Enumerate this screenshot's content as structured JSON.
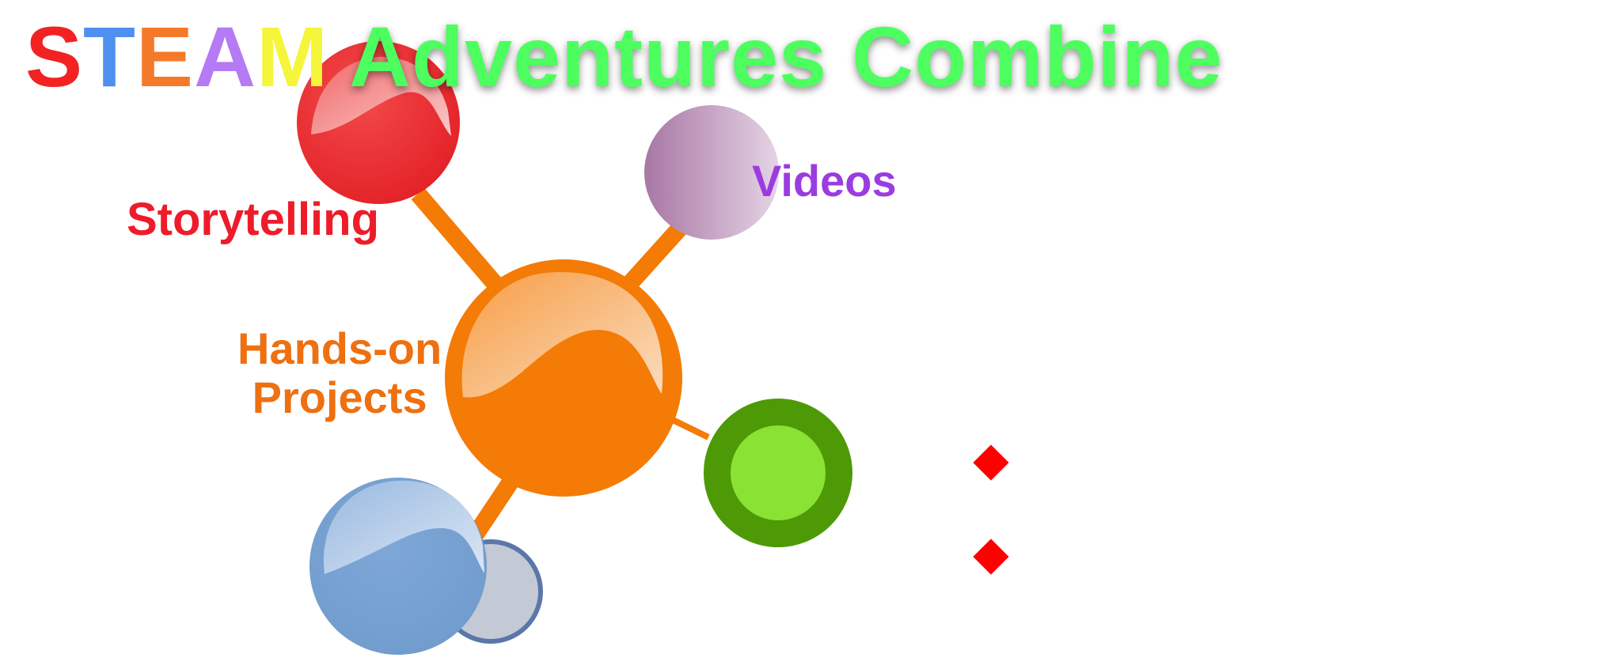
{
  "title": {
    "steam_letters": [
      "S",
      "T",
      "E",
      "A",
      "M"
    ],
    "steam_colors": [
      "#f22222",
      "#4f8ff0",
      "#f47a2a",
      "#b57af5",
      "#f5f53b"
    ],
    "rest": "Adventures Combine",
    "rest_color": "#4cff5e"
  },
  "labels": {
    "storytelling": "Storytelling",
    "videos": "Videos",
    "hands_on": "Hands-on",
    "projects": "Projects"
  },
  "colors": {
    "storytelling": "#ee1c2a",
    "videos": "#9b3ce0",
    "hands_on": "#ee7010",
    "connector": "#f47b06",
    "red_node": "#ee2a2e",
    "purple_node": "#b186ad",
    "orange_hub": "#f47b06",
    "green_outer": "#4e9a06",
    "green_inner": "#8ae234",
    "blue_node": "#729fcf",
    "gray_node": "#c3cad5",
    "gray_ring": "#5a77a8",
    "bullet": "#ff0000"
  },
  "bullets": [
    "",
    ""
  ]
}
